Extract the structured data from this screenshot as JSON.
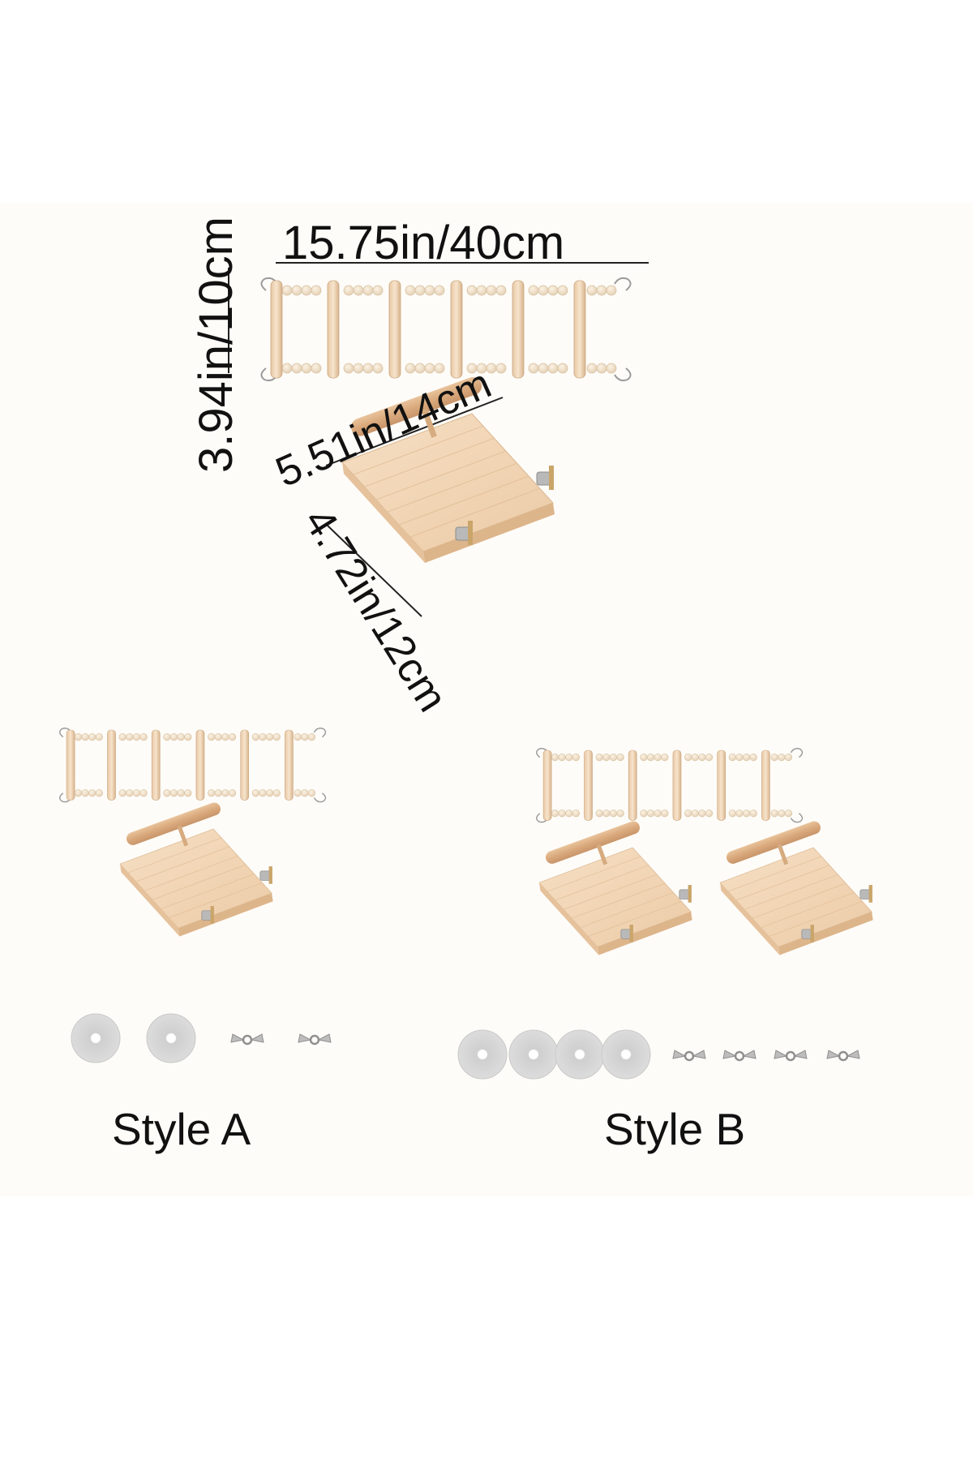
{
  "dimensions": {
    "width_label": "15.75in/40cm",
    "height_label": "3.94in/10cm",
    "platform_depth_label": "5.51in/14cm",
    "platform_length_label": "4.72in/12cm"
  },
  "styles": [
    {
      "label": "Style A"
    },
    {
      "label": "Style B"
    }
  ],
  "colors": {
    "wood_light": "#f3dcc0",
    "wood_mid": "#e9c9a6",
    "wood_dark": "#d4aa80",
    "bead": "#efe1cc",
    "washer": "#d6d6d6",
    "metal": "#b9b9b9",
    "text": "#111111"
  }
}
